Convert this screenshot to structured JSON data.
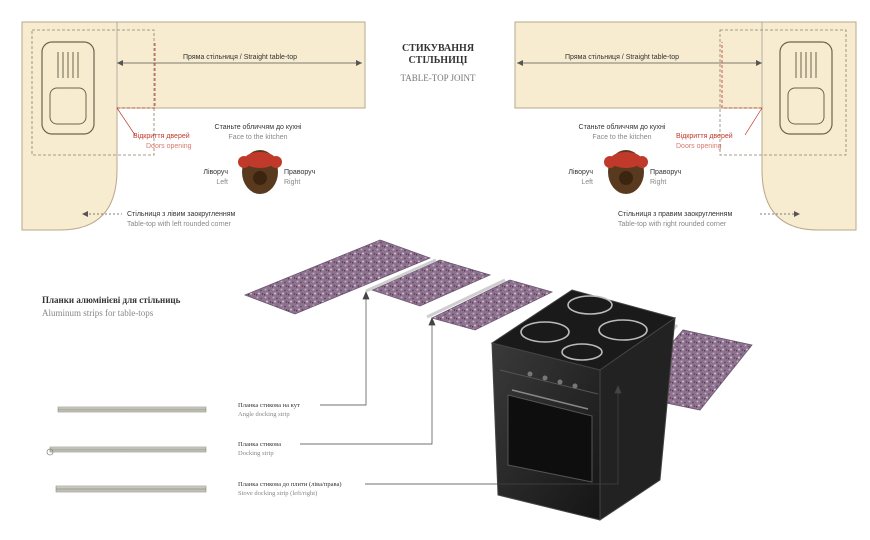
{
  "title": {
    "ua_line1": "СТИКУВАННЯ",
    "ua_line2": "СТІЛЬНИЦІ",
    "en": "TABLE-TOP JOINT"
  },
  "left_panel": {
    "straight": "Пряма стільниця / Straight table-top",
    "face_ua": "Станьте обличчям до кухні",
    "face_en": "Face to the kitchen",
    "doors_ua": "Відкриття дверей",
    "doors_en": "Doors opening",
    "left_ua": "Ліворуч",
    "left_en": "Left",
    "right_ua": "Праворуч",
    "right_en": "Right",
    "rounded_ua": "Стільниця з лівим заокругленням",
    "rounded_en": "Table-top with left rounded corner"
  },
  "right_panel": {
    "straight": "Пряма стільниця / Straight table-top",
    "face_ua": "Станьте обличчям до кухні",
    "face_en": "Face to the kitchen",
    "doors_ua": "Відкриття дверей",
    "doors_en": "Doors opening",
    "left_ua": "Ліворуч",
    "left_en": "Left",
    "right_ua": "Праворуч",
    "right_en": "Right",
    "rounded_ua": "Стільниця з правим заокругленням",
    "rounded_en": "Table-top with right rounded corner"
  },
  "strips": {
    "heading_ua": "Планки алюмінієві для стільниць",
    "heading_en": "Aluminum strips for table-tops",
    "items": [
      {
        "ua": "Планка стикова на кут",
        "en": "Angle docking strip"
      },
      {
        "ua": "Планка стикова",
        "en": "Docking strip"
      },
      {
        "ua": "Планка стикова до плити (ліва/права)",
        "en": "Stove docking strip (left/right)"
      }
    ]
  },
  "colors": {
    "tabletop": "#f7ecd0",
    "tabletop_stroke": "#b7a98a",
    "door_red": "#c0392b",
    "stone": "#8a6f8f",
    "stove_body": "#2a2a2a"
  }
}
